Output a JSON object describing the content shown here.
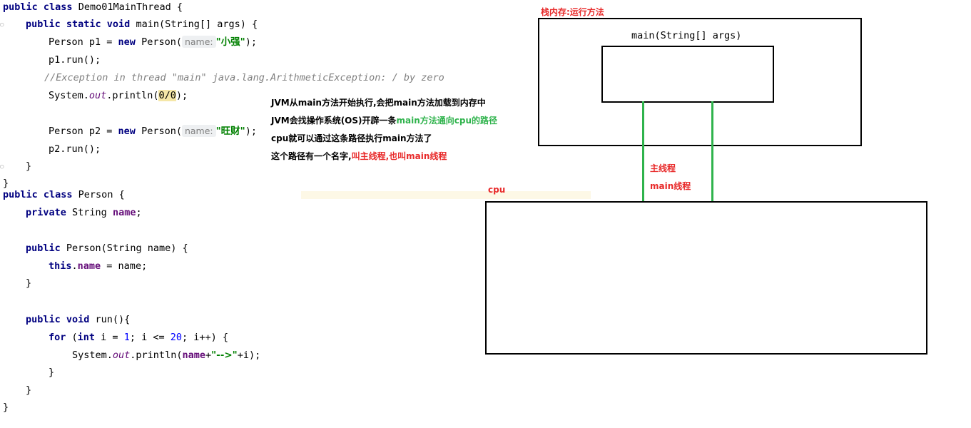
{
  "code": {
    "l1": {
      "kw1": "public",
      "kw2": "class",
      "rest": " Demo01MainThread {"
    },
    "l2": {
      "kw": "public static void",
      "rest": " main(String[] args) {"
    },
    "l3": {
      "pre": "Person p1 = ",
      "kw": "new",
      "mid": " Person(",
      "hint": "name:",
      "str": "\"小强\"",
      "post": ");"
    },
    "l4": "p1.run();",
    "l5": "//Exception in thread \"main\" java.lang.ArithmeticException: / by zero",
    "l6": {
      "pre": "System.",
      "st": "out",
      "mid": ".println(",
      "hl": "0/0",
      "post": ");"
    },
    "l7": {
      "pre": "Person p2 = ",
      "kw": "new",
      "mid": " Person(",
      "hint": "name:",
      "str": "\"旺财\"",
      "post": ");"
    },
    "l8": "p2.run();",
    "l9": "}",
    "l10": "}",
    "l11": {
      "kw": "public class",
      "rest": " Person {"
    },
    "l12": {
      "kw": "private",
      "mid": " String ",
      "fld": "name",
      "post": ";"
    },
    "l13": {
      "kw": "public",
      "rest": " Person(String name) {"
    },
    "l14": {
      "kw": "this",
      "dot": ".",
      "fld": "name",
      "post": " = name;"
    },
    "l15": "}",
    "l16": {
      "kw": "public void",
      "rest": " run(){"
    },
    "l17": {
      "kw1": "for",
      "p1": " (",
      "kw2": "int",
      "p2": " i = ",
      "n1": "1",
      "p3": "; i <= ",
      "n2": "20",
      "p4": "; i++) {"
    },
    "l18": {
      "pre": "System.",
      "st": "out",
      "mid": ".println(",
      "fld": "name",
      "plus": "+",
      "str": "\"-->\"",
      "post": "+i);"
    },
    "l19": "}",
    "l20": "}",
    "l21": "}"
  },
  "notes": {
    "line1": "JVM从main方法开始执行,会把main方法加载到内存中",
    "line2_a": "JVM会找操作系统(OS)开辟一条",
    "line2_b": "main方法通向cpu的路径",
    "line3": "cpu就可以通过这条路径执行main方法了",
    "line4_a": "这个路径有一个名字,",
    "line4_b": "叫主线程,也叫main线程"
  },
  "diagram": {
    "stack_label": "栈内存:运行方法",
    "main_label": "main(String[] args)",
    "thread_label_1": "主线程",
    "thread_label_2": "main线程",
    "cpu_label": "cpu"
  },
  "colors": {
    "green": "#2fb34c",
    "red": "#e82a2a",
    "keyword": "#000080",
    "string": "#008000"
  }
}
